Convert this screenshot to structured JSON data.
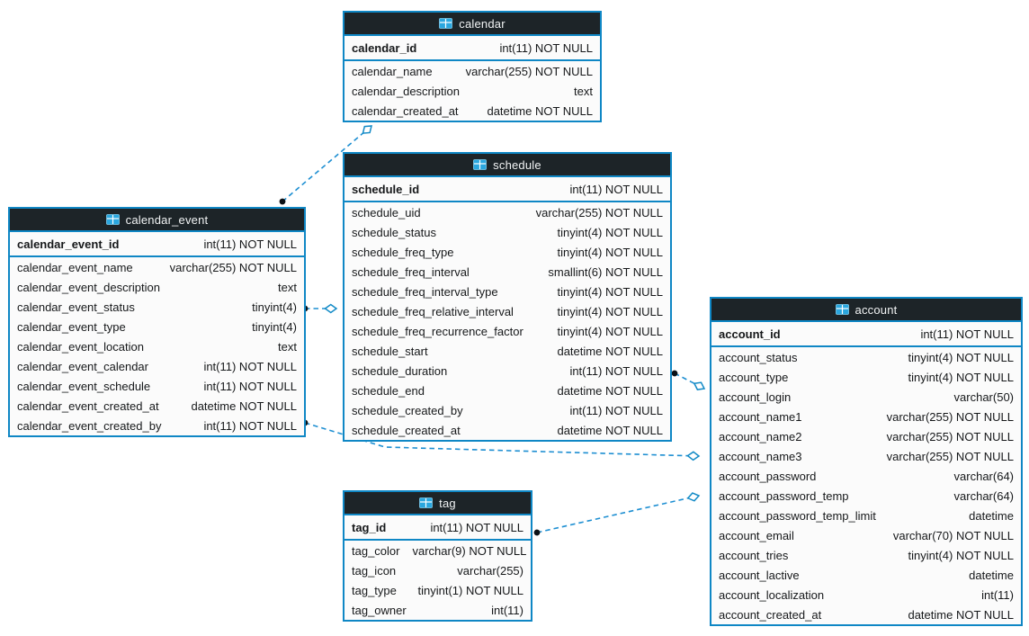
{
  "diagram": {
    "colors": {
      "table_border": "#0f87c5",
      "header_bg": "#1d2428",
      "header_text": "#f2f4f5",
      "row_bg": "#fbfbfb",
      "text": "#16181a",
      "relationship_line": "#1e8fd2",
      "icon_blue": "#2aa7df"
    },
    "entities": [
      {
        "id": "calendar",
        "title": "calendar",
        "icon": "table-icon",
        "pk": {
          "name": "calendar_id",
          "type": "int(11) NOT NULL"
        },
        "fields": [
          {
            "name": "calendar_name",
            "type": "varchar(255) NOT NULL"
          },
          {
            "name": "calendar_description",
            "type": "text"
          },
          {
            "name": "calendar_created_at",
            "type": "datetime NOT NULL"
          }
        ]
      },
      {
        "id": "schedule",
        "title": "schedule",
        "icon": "table-icon",
        "pk": {
          "name": "schedule_id",
          "type": "int(11) NOT NULL"
        },
        "fields": [
          {
            "name": "schedule_uid",
            "type": "varchar(255) NOT NULL"
          },
          {
            "name": "schedule_status",
            "type": "tinyint(4) NOT NULL"
          },
          {
            "name": "schedule_freq_type",
            "type": "tinyint(4) NOT NULL"
          },
          {
            "name": "schedule_freq_interval",
            "type": "smallint(6) NOT NULL"
          },
          {
            "name": "schedule_freq_interval_type",
            "type": "tinyint(4) NOT NULL"
          },
          {
            "name": "schedule_freq_relative_interval",
            "type": "tinyint(4) NOT NULL"
          },
          {
            "name": "schedule_freq_recurrence_factor",
            "type": "tinyint(4) NOT NULL"
          },
          {
            "name": "schedule_start",
            "type": "datetime NOT NULL"
          },
          {
            "name": "schedule_duration",
            "type": "int(11) NOT NULL"
          },
          {
            "name": "schedule_end",
            "type": "datetime NOT NULL"
          },
          {
            "name": "schedule_created_by",
            "type": "int(11) NOT NULL"
          },
          {
            "name": "schedule_created_at",
            "type": "datetime NOT NULL"
          }
        ]
      },
      {
        "id": "calendar_event",
        "title": "calendar_event",
        "icon": "table-icon",
        "pk": {
          "name": "calendar_event_id",
          "type": "int(11) NOT NULL"
        },
        "fields": [
          {
            "name": "calendar_event_name",
            "type": "varchar(255) NOT NULL"
          },
          {
            "name": "calendar_event_description",
            "type": "text"
          },
          {
            "name": "calendar_event_status",
            "type": "tinyint(4)"
          },
          {
            "name": "calendar_event_type",
            "type": "tinyint(4)"
          },
          {
            "name": "calendar_event_location",
            "type": "text"
          },
          {
            "name": "calendar_event_calendar",
            "type": "int(11) NOT NULL"
          },
          {
            "name": "calendar_event_schedule",
            "type": "int(11) NOT NULL"
          },
          {
            "name": "calendar_event_created_at",
            "type": "datetime NOT NULL"
          },
          {
            "name": "calendar_event_created_by",
            "type": "int(11) NOT NULL"
          }
        ]
      },
      {
        "id": "account",
        "title": "account",
        "icon": "table-icon",
        "pk": {
          "name": "account_id",
          "type": "int(11) NOT NULL"
        },
        "fields": [
          {
            "name": "account_status",
            "type": "tinyint(4) NOT NULL"
          },
          {
            "name": "account_type",
            "type": "tinyint(4) NOT NULL"
          },
          {
            "name": "account_login",
            "type": "varchar(50)"
          },
          {
            "name": "account_name1",
            "type": "varchar(255) NOT NULL"
          },
          {
            "name": "account_name2",
            "type": "varchar(255) NOT NULL"
          },
          {
            "name": "account_name3",
            "type": "varchar(255) NOT NULL"
          },
          {
            "name": "account_password",
            "type": "varchar(64)"
          },
          {
            "name": "account_password_temp",
            "type": "varchar(64)"
          },
          {
            "name": "account_password_temp_limit",
            "type": "datetime"
          },
          {
            "name": "account_email",
            "type": "varchar(70) NOT NULL"
          },
          {
            "name": "account_tries",
            "type": "tinyint(4) NOT NULL"
          },
          {
            "name": "account_lactive",
            "type": "datetime"
          },
          {
            "name": "account_localization",
            "type": "int(11)"
          },
          {
            "name": "account_created_at",
            "type": "datetime NOT NULL"
          }
        ]
      },
      {
        "id": "tag",
        "title": "tag",
        "icon": "table-icon",
        "pk": {
          "name": "tag_id",
          "type": "int(11) NOT NULL"
        },
        "fields": [
          {
            "name": "tag_color",
            "type": "varchar(9) NOT NULL"
          },
          {
            "name": "tag_icon",
            "type": "varchar(255)"
          },
          {
            "name": "tag_type",
            "type": "tinyint(1) NOT NULL"
          },
          {
            "name": "tag_owner",
            "type": "int(11)"
          }
        ]
      }
    ],
    "relationships": [
      {
        "id": "calendar_event-calendar",
        "from": "calendar_event",
        "to": "calendar"
      },
      {
        "id": "calendar_event-schedule",
        "from": "calendar_event",
        "to": "schedule"
      },
      {
        "id": "schedule-account",
        "from": "schedule",
        "to": "account"
      },
      {
        "id": "calendar_event-account",
        "from": "calendar_event",
        "to": "account"
      },
      {
        "id": "tag-account",
        "from": "tag",
        "to": "account"
      }
    ]
  }
}
